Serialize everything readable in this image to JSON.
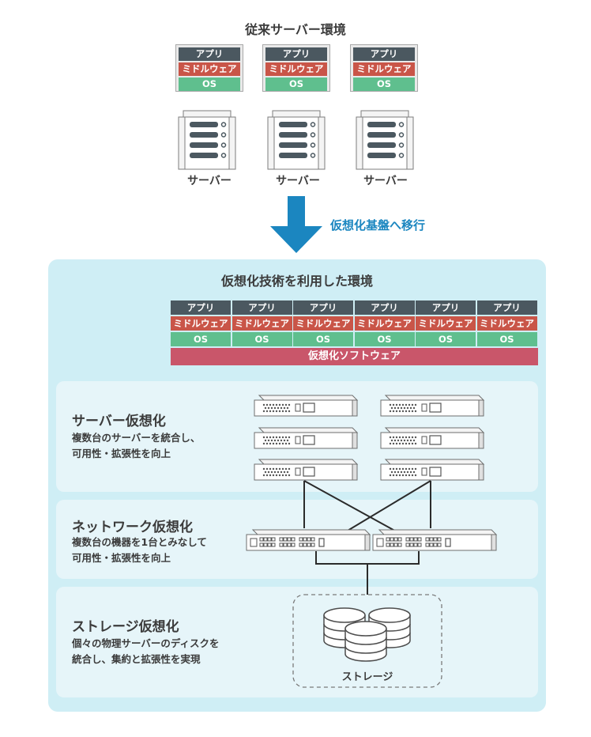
{
  "traditional": {
    "title": "従来サーバー環境",
    "stack": {
      "app": "アプリ",
      "middleware": "ミドルウェア",
      "os": "OS"
    },
    "server_label": "サーバー"
  },
  "migration_label": "仮想化基盤へ移行",
  "virtual": {
    "title": "仮想化技術を利用した環境",
    "stack": {
      "app": "アプリ",
      "middleware": "ミドルウェア",
      "os": "OS"
    },
    "software": "仮想化ソフトウェア",
    "server_virt": {
      "title": "サーバー仮想化",
      "desc1": "複数台のサーバーを統合し、",
      "desc2": "可用性・拡張性を向上"
    },
    "network_virt": {
      "title": "ネットワーク仮想化",
      "desc1": "複数台の機器を1台とみなして",
      "desc2": "可用性・拡張性を向上"
    },
    "storage_virt": {
      "title": "ストレージ仮想化",
      "desc1": "個々の物理サーバーのディスクを",
      "desc2": "統合し、集約と拡張性を実現",
      "storage_label": "ストレージ"
    }
  },
  "colors": {
    "app": "#4b5860",
    "middleware": "#c95548",
    "os": "#5fbf8e",
    "software": "#c9566a",
    "arrow": "#1b86c0",
    "panel": "#cfeef5"
  }
}
